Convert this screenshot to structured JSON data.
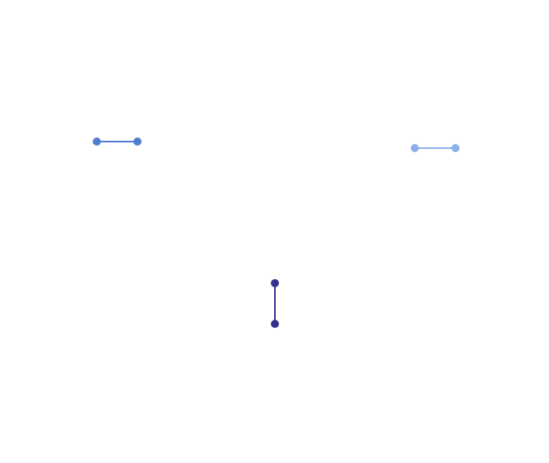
{
  "diagram": {
    "edges": [
      {
        "id": "edge-1",
        "color": "#4f7ccf"
      },
      {
        "id": "edge-2",
        "color": "#8db0ea"
      },
      {
        "id": "edge-3",
        "color": "#36318f"
      }
    ]
  }
}
